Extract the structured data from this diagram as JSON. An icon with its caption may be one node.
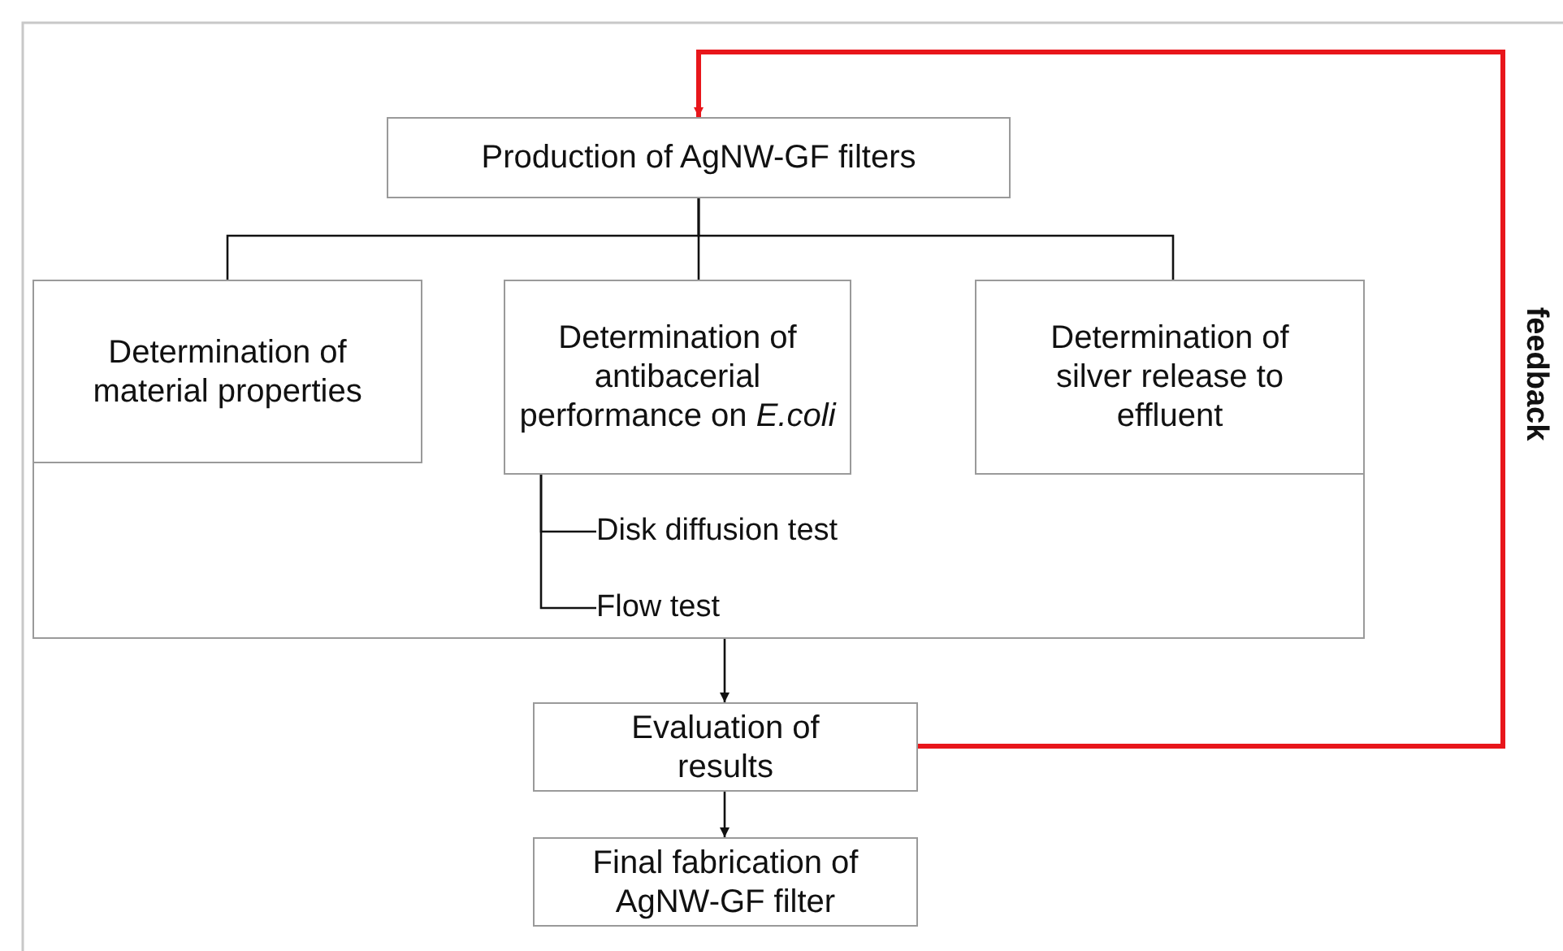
{
  "diagram": {
    "nodes": [
      {
        "text": [
          "Production of AgNW-GF filters"
        ]
      },
      {
        "text": [],
        "shape": "box"
      },
      {
        "text": [
          "Determination of material properties"
        ],
        "in": 1
      },
      {
        "text": [
          "Determination of antibacerial performance on *E.coli*"
        ],
        "in": 1
      },
      {
        "text": [
          "Determination of silver release to effluent"
        ],
        "in": 1
      },
      {
        "text": [
          "Disk diffusion test"
        ],
        "in": 1
      },
      {
        "text": [
          "Flow test"
        ],
        "in": 1
      },
      {
        "text": [
          "Evaluation of results"
        ]
      },
      {
        "text": [
          "Final fabrication of AgNW-GF filter"
        ]
      }
    ],
    "edges": [
      {
        "from": 0,
        "to": 2,
        "arrow": "none"
      },
      {
        "from": 0,
        "to": 3,
        "arrow": "none"
      },
      {
        "from": 0,
        "to": 4,
        "arrow": "none"
      },
      {
        "from": 3,
        "to": 5,
        "arrow": "none"
      },
      {
        "from": 3,
        "to": 6,
        "arrow": "none"
      },
      {
        "from": 1,
        "to": 7,
        "arrow": "to"
      },
      {
        "from": 7,
        "to": 8,
        "arrow": "to"
      },
      {
        "from": 7,
        "to": 0,
        "arrow": "to",
        "label": "feedback",
        "color": "#e8161b",
        "style": "thick"
      }
    ]
  }
}
